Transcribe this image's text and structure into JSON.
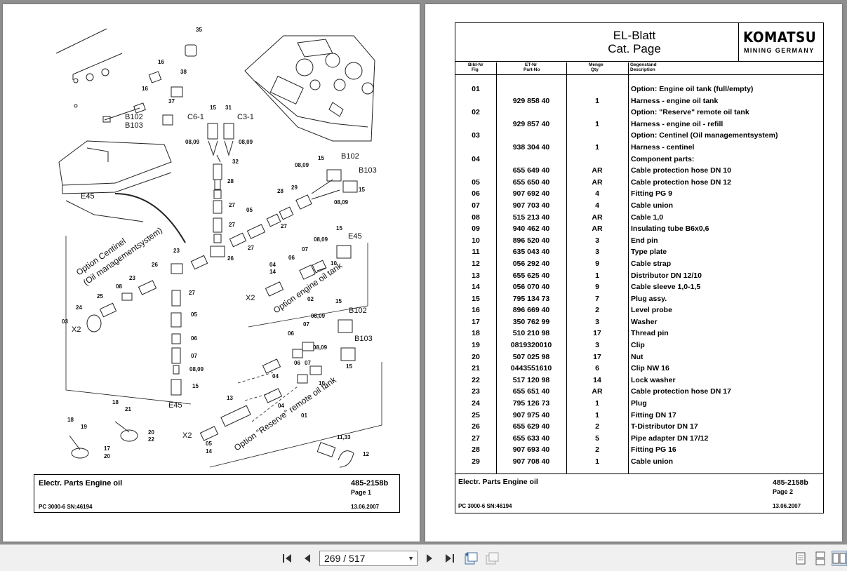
{
  "left_page": {
    "diagram_labels": {
      "n35": "35",
      "n16a": "16",
      "n38": "38",
      "n16b": "16",
      "n37": "37",
      "b102a": "B102",
      "b103a": "B103",
      "c61": "C6-1",
      "c31": "C3-1",
      "n15a": "15",
      "n31": "31",
      "n0809a": "08,09",
      "n0809b": "08,09",
      "n32": "32",
      "n28a": "28",
      "n27a": "27",
      "n05a": "05",
      "n27b": "27",
      "n27c": "27",
      "n26a": "26",
      "n15b": "15",
      "b102b": "B102",
      "b103b": "B103",
      "n0809c": "08,09",
      "n29": "29",
      "n28b": "28",
      "n15c": "15",
      "n0809d": "08,09",
      "n05b": "05",
      "n27d": "27",
      "e45a": "E45",
      "n23a": "23",
      "n26b": "26",
      "n23b": "23",
      "n08a": "08",
      "n25": "25",
      "n24": "24",
      "n03": "03",
      "x2a": "X2",
      "n27e": "27",
      "n05c": "05",
      "n06a": "06",
      "n07a": "07",
      "n0809e": "08,09",
      "n15d": "15",
      "e45b": "E45",
      "n0809f": "08,09",
      "n15e": "15",
      "e45c": "E45",
      "n07b": "07",
      "n06b": "06",
      "n10a": "10",
      "n04a": "04",
      "n14a": "14",
      "x2b": "X2",
      "n02": "02",
      "n15f": "15",
      "b102c": "B102",
      "n0809g": "08,09",
      "n07c": "07",
      "n06c": "06",
      "b103c": "B103",
      "n0809h": "08,09",
      "n15g": "15",
      "n04b": "04",
      "n06d": "06",
      "n07d": "07",
      "n10b": "10",
      "n13": "13",
      "n04c": "04",
      "x2c": "X2",
      "n05d": "05",
      "n14b": "14",
      "n01": "01",
      "n18a": "18",
      "n21": "21",
      "n18b": "18",
      "n19": "19",
      "n20a": "20",
      "n22": "22",
      "n17": "17",
      "n20b": "20",
      "n1133": "11,33",
      "n12": "12"
    },
    "option_centinel_1": "Option Centinel",
    "option_centinel_2": "(Oil managementsystem)",
    "option_engine_oil_tank": "Option engine oil tank",
    "option_reserve": "Option \"Reserve\" remote oil tank",
    "title_block": {
      "name": "Electr. Parts Engine oil",
      "number": "485-2158b",
      "page": "Page 1",
      "model": "PC 3000-6 SN:46194",
      "date": "13.06.2007"
    }
  },
  "right_page": {
    "title_line1": "EL-Blatt",
    "title_line2": "Cat. Page",
    "logo_main": "KOMATSU",
    "logo_sub": "MINING GERMANY",
    "columns": {
      "fig_1": "Bild-Nr",
      "fig_2": "Fig",
      "part_1": "ET-Nr",
      "part_2": "Part-No",
      "qty_1": "Menge",
      "qty_2": "Qty",
      "desc_1": "Gegenstand",
      "desc_2": "Description"
    },
    "rows": [
      {
        "fig": "01",
        "part": "",
        "qty": "",
        "desc": "Option: Engine oil tank (full/empty)"
      },
      {
        "fig": "",
        "part": "929 858 40",
        "qty": "1",
        "desc": "Harness - engine oil tank"
      },
      {
        "fig": "02",
        "part": "",
        "qty": "",
        "desc": "Option: \"Reserve\" remote oil tank"
      },
      {
        "fig": "",
        "part": "929 857 40",
        "qty": "1",
        "desc": "Harness - engine oil - refill"
      },
      {
        "fig": "03",
        "part": "",
        "qty": "",
        "desc": "Option: Centinel (Oil managementsystem)"
      },
      {
        "fig": "",
        "part": "938 304 40",
        "qty": "1",
        "desc": "Harness - centinel"
      },
      {
        "fig": "04",
        "part": "",
        "qty": "",
        "desc": "Component parts:"
      },
      {
        "fig": "",
        "part": "655 649 40",
        "qty": "AR",
        "desc": "Cable protection hose DN 10"
      },
      {
        "fig": "05",
        "part": "655 650 40",
        "qty": "AR",
        "desc": "Cable protection hose DN 12"
      },
      {
        "fig": "06",
        "part": "907 692 40",
        "qty": "4",
        "desc": "Fitting PG 9"
      },
      {
        "fig": "07",
        "part": "907 703 40",
        "qty": "4",
        "desc": "Cable union"
      },
      {
        "fig": "08",
        "part": "515 213 40",
        "qty": "AR",
        "desc": "Cable 1,0"
      },
      {
        "fig": "09",
        "part": "940 462 40",
        "qty": "AR",
        "desc": "Insulating tube B6x0,6"
      },
      {
        "fig": "10",
        "part": "896 520 40",
        "qty": "3",
        "desc": "End pin"
      },
      {
        "fig": "11",
        "part": "635 043 40",
        "qty": "3",
        "desc": "Type plate"
      },
      {
        "fig": "12",
        "part": "056 292 40",
        "qty": "9",
        "desc": "Cable strap"
      },
      {
        "fig": "13",
        "part": "655 625 40",
        "qty": "1",
        "desc": "Distributor DN 12/10"
      },
      {
        "fig": "14",
        "part": "056 070 40",
        "qty": "9",
        "desc": "Cable sleeve 1,0-1,5"
      },
      {
        "fig": "15",
        "part": "795 134 73",
        "qty": "7",
        "desc": "Plug assy."
      },
      {
        "fig": "16",
        "part": "896 669 40",
        "qty": "2",
        "desc": "Level probe"
      },
      {
        "fig": "17",
        "part": "350 762 99",
        "qty": "3",
        "desc": "Washer"
      },
      {
        "fig": "18",
        "part": "510 210 98",
        "qty": "17",
        "desc": "Thread pin"
      },
      {
        "fig": "19",
        "part": "0819320010",
        "qty": "3",
        "desc": "Clip"
      },
      {
        "fig": "20",
        "part": "507 025 98",
        "qty": "17",
        "desc": "Nut"
      },
      {
        "fig": "21",
        "part": "0443551610",
        "qty": "6",
        "desc": "Clip NW 16"
      },
      {
        "fig": "22",
        "part": "517 120 98",
        "qty": "14",
        "desc": "Lock washer"
      },
      {
        "fig": "23",
        "part": "655 651 40",
        "qty": "AR",
        "desc": "Cable protection hose DN 17"
      },
      {
        "fig": "24",
        "part": "795 126 73",
        "qty": "1",
        "desc": "Plug"
      },
      {
        "fig": "25",
        "part": "907 975 40",
        "qty": "1",
        "desc": "Fitting DN 17"
      },
      {
        "fig": "26",
        "part": "655 629 40",
        "qty": "2",
        "desc": "T-Distributor DN 17"
      },
      {
        "fig": "27",
        "part": "655 633 40",
        "qty": "5",
        "desc": "Pipe adapter DN 17/12"
      },
      {
        "fig": "28",
        "part": "907 693 40",
        "qty": "2",
        "desc": "Fitting PG 16"
      },
      {
        "fig": "29",
        "part": "907 708 40",
        "qty": "1",
        "desc": "Cable union"
      }
    ],
    "footer": {
      "name": "Electr. Parts Engine oil",
      "number": "485-2158b",
      "page": "Page 2",
      "model": "PC 3000-6 SN:46194",
      "date": "13.06.2007"
    }
  },
  "toolbar": {
    "page_indicator": "269 / 517"
  }
}
